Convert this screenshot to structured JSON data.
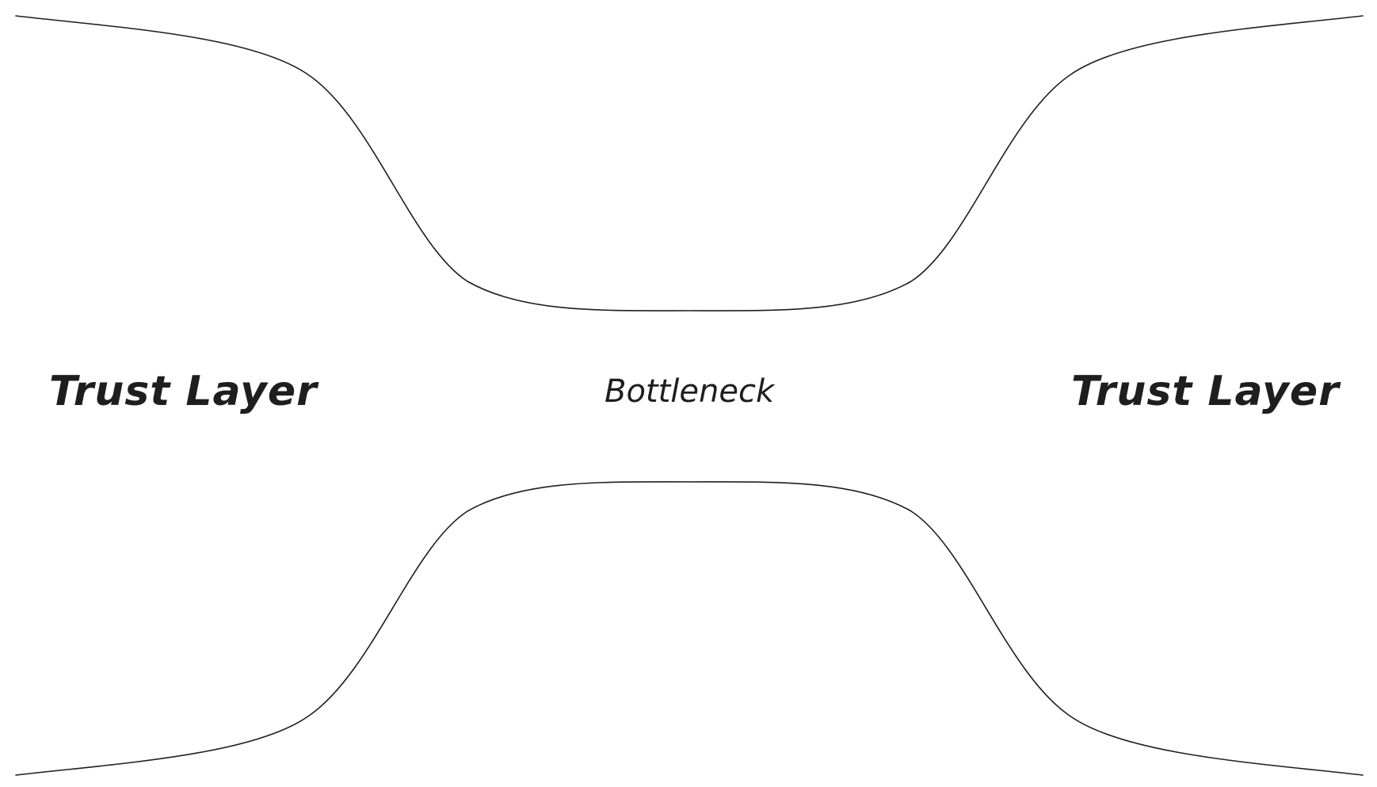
{
  "diagram": {
    "left_label": "Trust Layer",
    "center_label": "Bottleneck",
    "right_label": "Trust Layer",
    "stroke_color": "#1e1e1e",
    "background_color": "#ffffff"
  }
}
